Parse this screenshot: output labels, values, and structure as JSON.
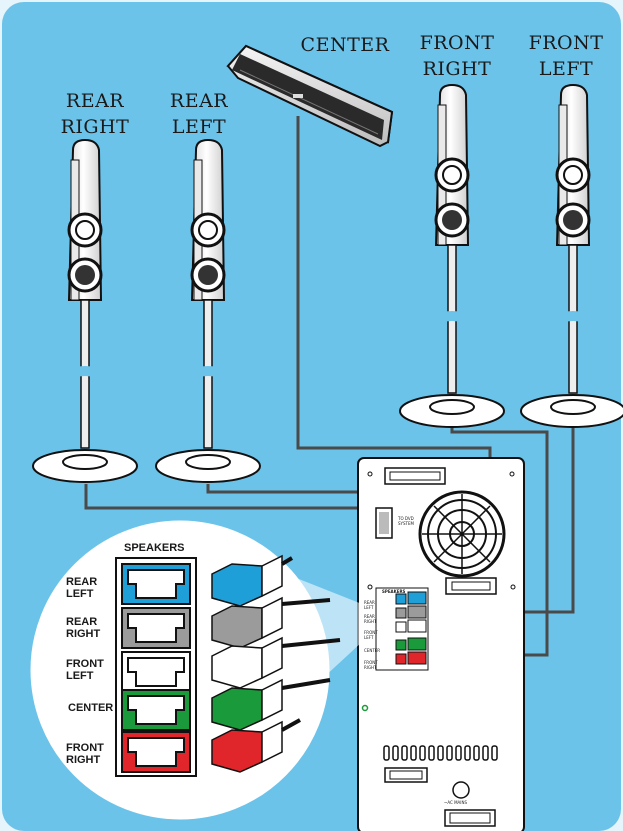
{
  "speakers": {
    "center": {
      "label": "CENTER"
    },
    "front_right": {
      "line1": "FRONT",
      "line2": "RIGHT"
    },
    "front_left": {
      "line1": "FRONT",
      "line2": "LEFT"
    },
    "rear_right": {
      "line1": "REAR",
      "line2": "RIGHT"
    },
    "rear_left": {
      "line1": "REAR",
      "line2": "LEFT"
    }
  },
  "subwoofer": {
    "dvd_port": {
      "line1": "TO DVD",
      "line2": "SYSTEM"
    },
    "ac_mains": "~AC MAINS",
    "panel_title": "SPEAKERS",
    "terminals": [
      {
        "line1": "REAR",
        "line2": "LEFT"
      },
      {
        "line1": "REAR",
        "line2": "RIGHT"
      },
      {
        "line1": "FRONT",
        "line2": "LEFT"
      },
      {
        "line1": "CENTER",
        "line2": ""
      },
      {
        "line1": "FRONT",
        "line2": "RIGHT"
      }
    ]
  },
  "inset": {
    "title": "SPEAKERS",
    "rows": [
      {
        "line1": "REAR",
        "line2": "LEFT",
        "color": "#1e9fd8"
      },
      {
        "line1": "REAR",
        "line2": "RIGHT",
        "color": "#9b9b9b"
      },
      {
        "line1": "FRONT",
        "line2": "LEFT",
        "color": "#ffffff"
      },
      {
        "line1": "CENTER",
        "line2": "",
        "color": "#1a9a3a"
      },
      {
        "line1": "FRONT",
        "line2": "RIGHT",
        "color": "#e0262a"
      }
    ]
  },
  "colors": {
    "background": "#6cc3ea",
    "border": "#e6f4fb",
    "wire": "#555555"
  }
}
